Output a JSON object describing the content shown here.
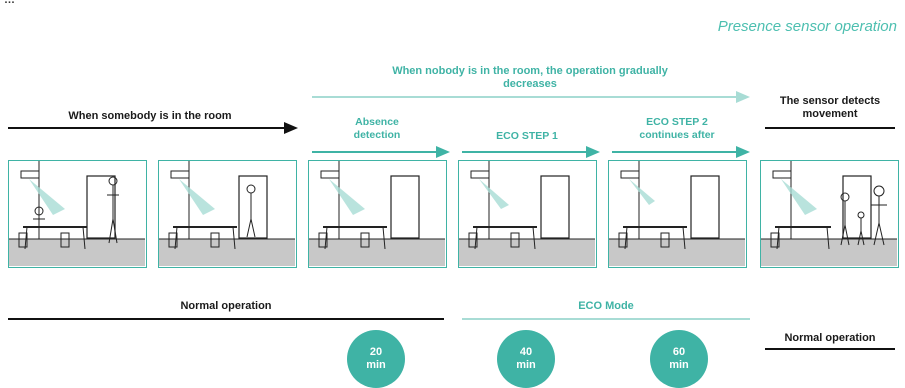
{
  "header": {
    "title": "…",
    "subtitle": "Presence sensor operation"
  },
  "labels": {
    "nobody_line1": "When nobody is in the room, the operation gradually",
    "nobody_line2": "decreases",
    "somebody": "When somebody is in the room",
    "detects_line1": "The sensor detects",
    "detects_line2": "movement",
    "absence_line1": "Absence",
    "absence_line2": "detection",
    "eco1": "ECO STEP 1",
    "eco2_line1": "ECO STEP 2",
    "eco2_line2": "continues after",
    "normal_left": "Normal operation",
    "eco_mode": "ECO Mode",
    "normal_right": "Normal operation"
  },
  "timers": [
    {
      "value": "20",
      "unit": "min"
    },
    {
      "value": "40",
      "unit": "min"
    },
    {
      "value": "60",
      "unit": "min"
    }
  ],
  "colors": {
    "accent": "#3fb3a5",
    "accent_light": "#a8dcd5",
    "dark": "#1a1a1a",
    "floor": "#c8c8c8"
  }
}
